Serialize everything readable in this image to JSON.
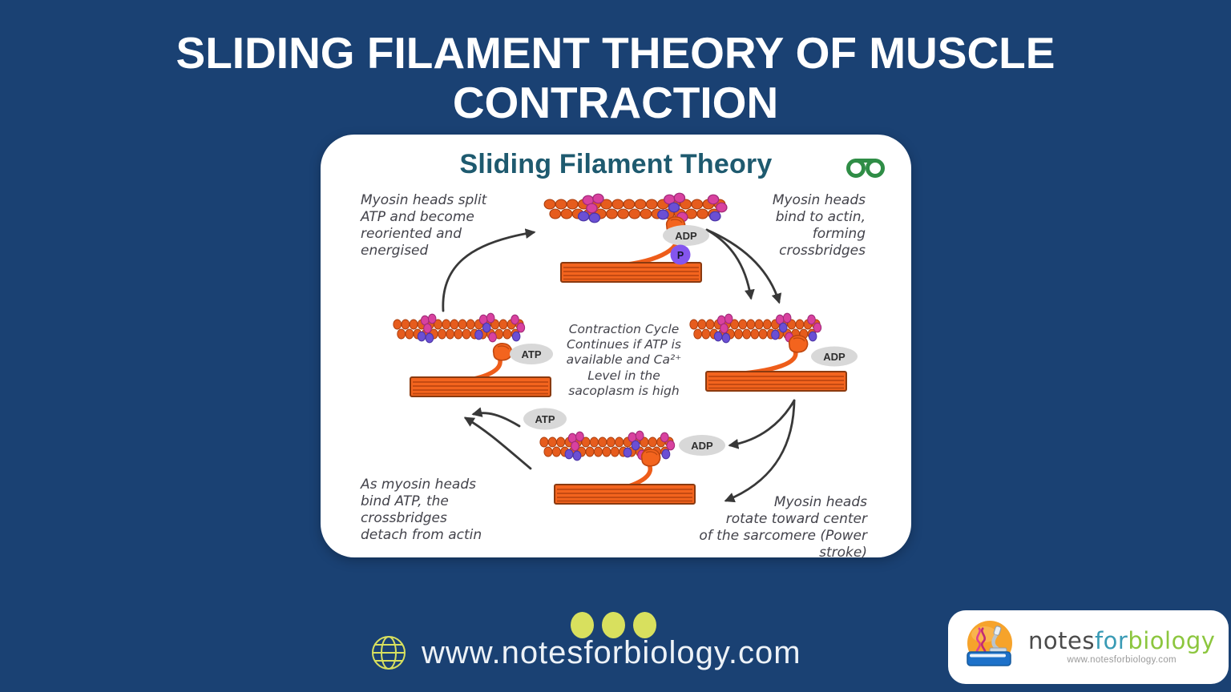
{
  "page": {
    "title": "SLIDING FILAMENT THEORY OF MUSCLE CONTRACTION",
    "background_color": "#1a4173"
  },
  "card": {
    "title": "Sliding Filament Theory",
    "brand_icon": "geeksforgeeks-icon",
    "steps": {
      "split_atp": [
        "Myosin heads split",
        "ATP and become",
        "reoriented and",
        "energised"
      ],
      "bind_actin": [
        "Myosin heads",
        "bind to actin,",
        "forming",
        "crossbridges"
      ],
      "power_stroke": [
        "Myosin heads",
        "rotate toward center",
        "of the sarcomere (Power stroke)"
      ],
      "detach": [
        "As myosin heads",
        "bind ATP, the",
        "crossbridges",
        "detach from actin"
      ]
    },
    "center_note": [
      "Contraction Cycle",
      "Continues if ATP is",
      "available and Ca²⁺",
      "Level in the",
      "sacoplasm is high"
    ],
    "labels": {
      "adp": "ADP",
      "atp": "ATP",
      "p": "P"
    }
  },
  "footer": {
    "website": "www.notesforbiology.com"
  },
  "badge": {
    "brand_notes": "notes",
    "brand_for": "for",
    "brand_biology": "biology",
    "url": "www.notesforbiology.com"
  },
  "colors": {
    "background_navy": "#1a4173",
    "card_white": "#ffffff",
    "title_teal": "#1e5a6f",
    "gfg_green": "#2f8d46",
    "filament_orange": "#f3641e",
    "actin_bead_orange": "#e65c1d",
    "accent_magenta": "#d8419f",
    "accent_purple": "#6b4fd4",
    "molecule_oval_gray": "#d8d8d8",
    "phosphate_purple": "#8455ee",
    "arrow_gray": "#383838",
    "footer_lime": "#d8e05e"
  }
}
